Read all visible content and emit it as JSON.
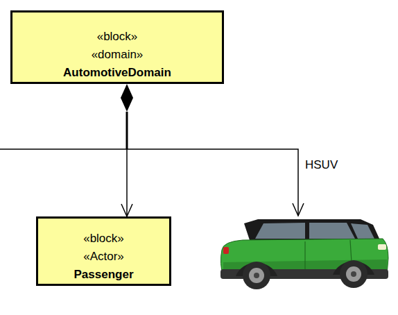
{
  "diagram": {
    "nodes": [
      {
        "text": [
          "«block»",
          "«domain»",
          "AutomotiveDomain"
        ]
      },
      {
        "text": [
          "«block»",
          "«Actor»",
          "Passenger"
        ]
      }
    ],
    "edges": [
      {
        "from": 0,
        "to": 1,
        "arrow": "to"
      }
    ],
    "labels": [
      "HSUV"
    ]
  }
}
